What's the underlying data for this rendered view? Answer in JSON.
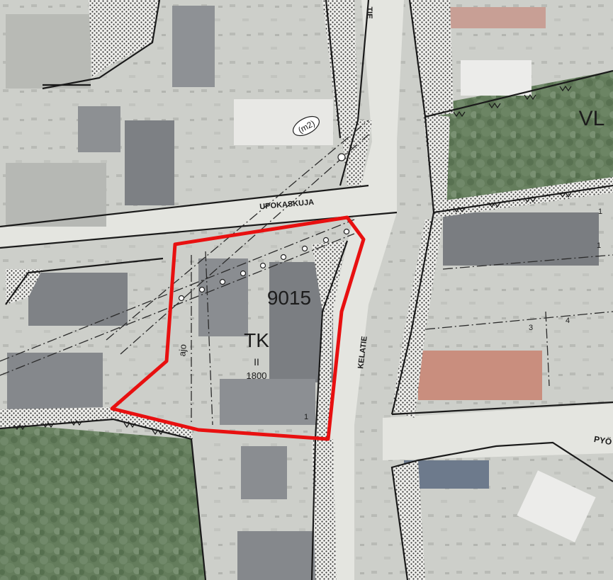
{
  "map": {
    "block_number": "9015",
    "zone_main": "TK",
    "zone_floors": "II",
    "zone_floor_area": "1800",
    "zone_vl": "VL",
    "access_label": "ajo",
    "utility_label": "(m2)",
    "road_north_label": "UPOKASKUJA",
    "road_east_label": "KELATIE",
    "road_southeast_label": "PYÖ",
    "top_road_label": "TIE",
    "plot_numbers": [
      "1",
      "1",
      "3",
      "4",
      "1"
    ],
    "highlight_color": "#e81010",
    "forest_color": "#5f7a57",
    "road_color": "#e3e4df"
  }
}
